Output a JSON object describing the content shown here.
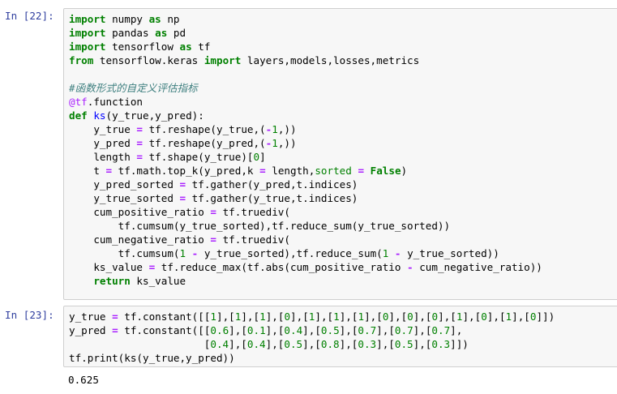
{
  "cell1": {
    "prompt": "In [22]:",
    "lines": [
      [
        {
          "t": "import",
          "c": "kw"
        },
        {
          "t": " numpy ",
          "c": "nm"
        },
        {
          "t": "as",
          "c": "kw"
        },
        {
          "t": " np",
          "c": "nm"
        }
      ],
      [
        {
          "t": "import",
          "c": "kw"
        },
        {
          "t": " pandas ",
          "c": "nm"
        },
        {
          "t": "as",
          "c": "kw"
        },
        {
          "t": " pd",
          "c": "nm"
        }
      ],
      [
        {
          "t": "import",
          "c": "kw"
        },
        {
          "t": " tensorflow ",
          "c": "nm"
        },
        {
          "t": "as",
          "c": "kw"
        },
        {
          "t": " tf",
          "c": "nm"
        }
      ],
      [
        {
          "t": "from",
          "c": "kw"
        },
        {
          "t": " tensorflow.keras ",
          "c": "nm"
        },
        {
          "t": "import",
          "c": "kw"
        },
        {
          "t": " layers,models,losses,metrics",
          "c": "nm"
        }
      ],
      [],
      [
        {
          "t": "#函数形式的自定义评估指标",
          "c": "cm"
        }
      ],
      [
        {
          "t": "@tf",
          "c": "dec"
        },
        {
          "t": ".function",
          "c": "nm"
        }
      ],
      [
        {
          "t": "def",
          "c": "kw"
        },
        {
          "t": " ",
          "c": "nm"
        },
        {
          "t": "ks",
          "c": "fn"
        },
        {
          "t": "(y_true,y_pred):",
          "c": "nm"
        }
      ],
      [
        {
          "t": "    y_true ",
          "c": "nm"
        },
        {
          "t": "=",
          "c": "op"
        },
        {
          "t": " tf.reshape(y_true,(",
          "c": "nm"
        },
        {
          "t": "-",
          "c": "op"
        },
        {
          "t": "1",
          "c": "num"
        },
        {
          "t": ",))",
          "c": "nm"
        }
      ],
      [
        {
          "t": "    y_pred ",
          "c": "nm"
        },
        {
          "t": "=",
          "c": "op"
        },
        {
          "t": " tf.reshape(y_pred,(",
          "c": "nm"
        },
        {
          "t": "-",
          "c": "op"
        },
        {
          "t": "1",
          "c": "num"
        },
        {
          "t": ",))",
          "c": "nm"
        }
      ],
      [
        {
          "t": "    length ",
          "c": "nm"
        },
        {
          "t": "=",
          "c": "op"
        },
        {
          "t": " tf.shape(y_true)[",
          "c": "nm"
        },
        {
          "t": "0",
          "c": "num"
        },
        {
          "t": "]",
          "c": "nm"
        }
      ],
      [
        {
          "t": "    t ",
          "c": "nm"
        },
        {
          "t": "=",
          "c": "op"
        },
        {
          "t": " tf.math.top_k(y_pred,k ",
          "c": "nm"
        },
        {
          "t": "=",
          "c": "op"
        },
        {
          "t": " length,",
          "c": "nm"
        },
        {
          "t": "sorted",
          "c": "kwa"
        },
        {
          "t": " ",
          "c": "nm"
        },
        {
          "t": "=",
          "c": "op"
        },
        {
          "t": " ",
          "c": "nm"
        },
        {
          "t": "False",
          "c": "kw"
        },
        {
          "t": ")",
          "c": "nm"
        }
      ],
      [
        {
          "t": "    y_pred_sorted ",
          "c": "nm"
        },
        {
          "t": "=",
          "c": "op"
        },
        {
          "t": " tf.gather(y_pred,t.indices)",
          "c": "nm"
        }
      ],
      [
        {
          "t": "    y_true_sorted ",
          "c": "nm"
        },
        {
          "t": "=",
          "c": "op"
        },
        {
          "t": " tf.gather(y_true,t.indices)",
          "c": "nm"
        }
      ],
      [
        {
          "t": "    cum_positive_ratio ",
          "c": "nm"
        },
        {
          "t": "=",
          "c": "op"
        },
        {
          "t": " tf.truediv(",
          "c": "nm"
        }
      ],
      [
        {
          "t": "        tf.cumsum(y_true_sorted),tf.reduce_sum(y_true_sorted))",
          "c": "nm"
        }
      ],
      [
        {
          "t": "    cum_negative_ratio ",
          "c": "nm"
        },
        {
          "t": "=",
          "c": "op"
        },
        {
          "t": " tf.truediv(",
          "c": "nm"
        }
      ],
      [
        {
          "t": "        tf.cumsum(",
          "c": "nm"
        },
        {
          "t": "1",
          "c": "num"
        },
        {
          "t": " ",
          "c": "nm"
        },
        {
          "t": "-",
          "c": "op"
        },
        {
          "t": " y_true_sorted),tf.reduce_sum(",
          "c": "nm"
        },
        {
          "t": "1",
          "c": "num"
        },
        {
          "t": " ",
          "c": "nm"
        },
        {
          "t": "-",
          "c": "op"
        },
        {
          "t": " y_true_sorted))",
          "c": "nm"
        }
      ],
      [
        {
          "t": "    ks_value ",
          "c": "nm"
        },
        {
          "t": "=",
          "c": "op"
        },
        {
          "t": " tf.reduce_max(tf.abs(cum_positive_ratio ",
          "c": "nm"
        },
        {
          "t": "-",
          "c": "op"
        },
        {
          "t": " cum_negative_ratio))",
          "c": "nm"
        }
      ],
      [
        {
          "t": "    ",
          "c": "nm"
        },
        {
          "t": "return",
          "c": "kw"
        },
        {
          "t": " ks_value",
          "c": "nm"
        }
      ]
    ]
  },
  "cell2": {
    "prompt": "In [23]:",
    "lines": [
      [
        {
          "t": "y_true ",
          "c": "nm"
        },
        {
          "t": "=",
          "c": "op"
        },
        {
          "t": " tf.constant([[",
          "c": "nm"
        },
        {
          "t": "1",
          "c": "num"
        },
        {
          "t": "],[",
          "c": "nm"
        },
        {
          "t": "1",
          "c": "num"
        },
        {
          "t": "],[",
          "c": "nm"
        },
        {
          "t": "1",
          "c": "num"
        },
        {
          "t": "],[",
          "c": "nm"
        },
        {
          "t": "0",
          "c": "num"
        },
        {
          "t": "],[",
          "c": "nm"
        },
        {
          "t": "1",
          "c": "num"
        },
        {
          "t": "],[",
          "c": "nm"
        },
        {
          "t": "1",
          "c": "num"
        },
        {
          "t": "],[",
          "c": "nm"
        },
        {
          "t": "1",
          "c": "num"
        },
        {
          "t": "],[",
          "c": "nm"
        },
        {
          "t": "0",
          "c": "num"
        },
        {
          "t": "],[",
          "c": "nm"
        },
        {
          "t": "0",
          "c": "num"
        },
        {
          "t": "],[",
          "c": "nm"
        },
        {
          "t": "0",
          "c": "num"
        },
        {
          "t": "],[",
          "c": "nm"
        },
        {
          "t": "1",
          "c": "num"
        },
        {
          "t": "],[",
          "c": "nm"
        },
        {
          "t": "0",
          "c": "num"
        },
        {
          "t": "],[",
          "c": "nm"
        },
        {
          "t": "1",
          "c": "num"
        },
        {
          "t": "],[",
          "c": "nm"
        },
        {
          "t": "0",
          "c": "num"
        },
        {
          "t": "]])",
          "c": "nm"
        }
      ],
      [
        {
          "t": "y_pred ",
          "c": "nm"
        },
        {
          "t": "=",
          "c": "op"
        },
        {
          "t": " tf.constant([[",
          "c": "nm"
        },
        {
          "t": "0.6",
          "c": "num"
        },
        {
          "t": "],[",
          "c": "nm"
        },
        {
          "t": "0.1",
          "c": "num"
        },
        {
          "t": "],[",
          "c": "nm"
        },
        {
          "t": "0.4",
          "c": "num"
        },
        {
          "t": "],[",
          "c": "nm"
        },
        {
          "t": "0.5",
          "c": "num"
        },
        {
          "t": "],[",
          "c": "nm"
        },
        {
          "t": "0.7",
          "c": "num"
        },
        {
          "t": "],[",
          "c": "nm"
        },
        {
          "t": "0.7",
          "c": "num"
        },
        {
          "t": "],[",
          "c": "nm"
        },
        {
          "t": "0.7",
          "c": "num"
        },
        {
          "t": "],",
          "c": "nm"
        }
      ],
      [
        {
          "t": "                      [",
          "c": "nm"
        },
        {
          "t": "0.4",
          "c": "num"
        },
        {
          "t": "],[",
          "c": "nm"
        },
        {
          "t": "0.4",
          "c": "num"
        },
        {
          "t": "],[",
          "c": "nm"
        },
        {
          "t": "0.5",
          "c": "num"
        },
        {
          "t": "],[",
          "c": "nm"
        },
        {
          "t": "0.8",
          "c": "num"
        },
        {
          "t": "],[",
          "c": "nm"
        },
        {
          "t": "0.3",
          "c": "num"
        },
        {
          "t": "],[",
          "c": "nm"
        },
        {
          "t": "0.5",
          "c": "num"
        },
        {
          "t": "],[",
          "c": "nm"
        },
        {
          "t": "0.3",
          "c": "num"
        },
        {
          "t": "]])",
          "c": "nm"
        }
      ],
      [
        {
          "t": "tf.print(ks(y_true,y_pred))",
          "c": "nm"
        }
      ]
    ],
    "output": "0.625"
  }
}
